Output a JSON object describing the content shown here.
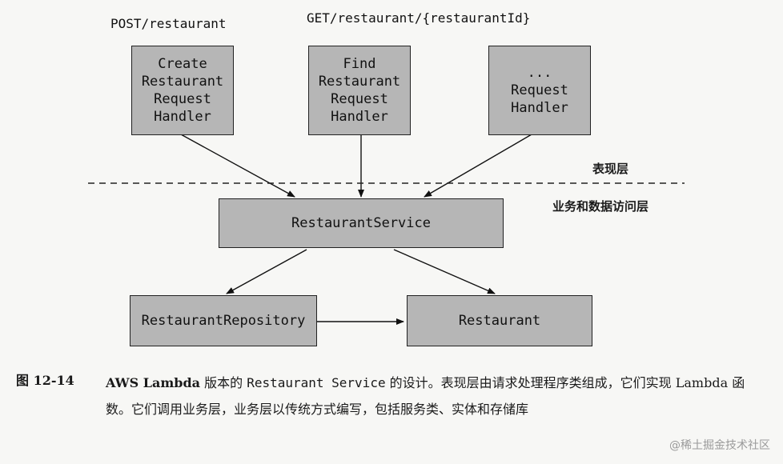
{
  "routes": {
    "post": "POST/restaurant",
    "get": "GET/restaurant/{restaurantId}"
  },
  "handlers": {
    "create": "Create\nRestaurant\nRequest\nHandler",
    "find": "Find\nRestaurant\nRequest\nHandler",
    "other": "...\nRequest\nHandler"
  },
  "layers": {
    "presentation": "表现层",
    "business": "业务和数据访问层"
  },
  "service": "RestaurantService",
  "repository": "RestaurantRepository",
  "entity": "Restaurant",
  "caption": {
    "number": "图 12-14",
    "part1": "AWS Lambda",
    "part2": " 版本的 ",
    "part3": "Restaurant  Service",
    "part4": " 的设计。表现层由请求处理程序类组成，它们实现 Lambda 函数。它们调用业务层，业务层以传统方式编写，包括服务类、实体和存储库"
  },
  "watermark": "@稀土掘金技术社区",
  "colors": {
    "box_fill": "#b6b6b6",
    "border": "#222222",
    "background": "#f7f7f5"
  }
}
